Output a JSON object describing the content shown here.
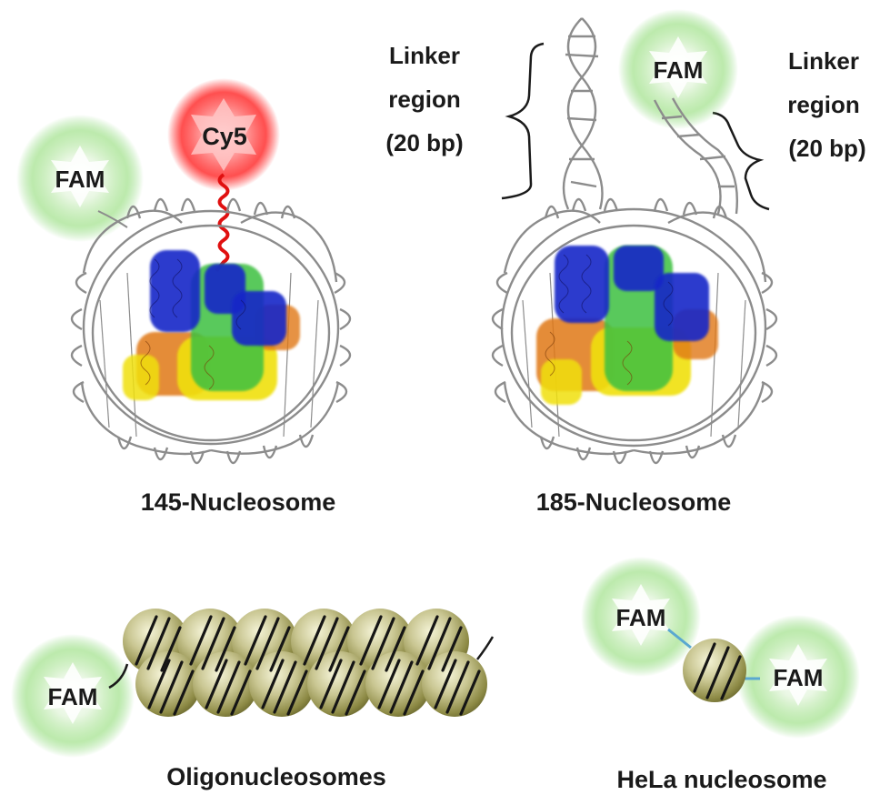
{
  "panels": {
    "nuc145": {
      "caption": "145-Nucleosome",
      "fam_label": "FAM",
      "cy5_label": "Cy5"
    },
    "nuc185": {
      "caption": "185-Nucleosome",
      "fam_label": "FAM",
      "linker_left": [
        "Linker",
        "region",
        "(20 bp)"
      ],
      "linker_right": [
        "Linker",
        "region",
        "(20 bp)"
      ]
    },
    "oligo": {
      "caption": "Oligonucleosomes",
      "fam_label": "FAM"
    },
    "hela": {
      "caption": "HeLa nucleosome",
      "fam_label_1": "FAM",
      "fam_label_2": "FAM"
    }
  },
  "colors": {
    "fam_glow": "#7ed46a",
    "cy5_glow": "#ff2b2b",
    "cy5_linker": "#e01010",
    "dna": "#8c8c8c",
    "helix_blue": "#1428c8",
    "helix_green": "#3cc040",
    "helix_orange": "#e07818",
    "helix_yellow": "#f0e010",
    "bead": "#8a8a3a",
    "hela_linker": "#5aa8d0"
  },
  "icons": [
    "fam-star-icon",
    "cy5-star-icon",
    "dna-superhelix-icon",
    "histone-core-icon",
    "nucleosome-bead-icon",
    "linker-brace-icon"
  ]
}
